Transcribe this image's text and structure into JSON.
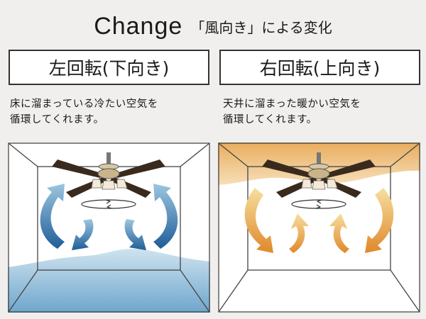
{
  "header": {
    "title": "Change",
    "subtitle": "「風向き」による変化"
  },
  "modes": [
    {
      "label": "左回転(下向き)",
      "description_line1": "床に溜まっている冷たい空気を",
      "description_line2": "循環してくれます。",
      "air_color": "#2e6fae",
      "air_zone_color": "#9cc6df"
    },
    {
      "label": "右回転(上向き)",
      "description_line1": "天井に溜まった暖かい空気を",
      "description_line2": "循環してくれます。",
      "air_color": "#e8a23a",
      "air_zone_color": "#f0bf73"
    }
  ],
  "icons": {
    "fan": "ceiling-fan-icon",
    "rotation": "rotation-icon"
  }
}
